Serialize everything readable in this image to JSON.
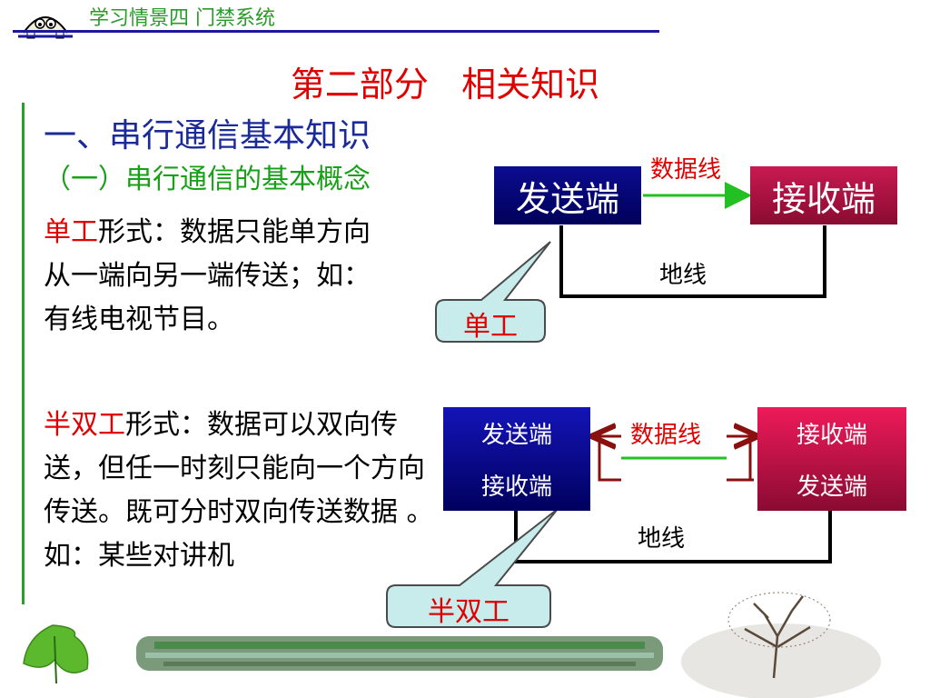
{
  "header": {
    "title": "学习情景四  门禁系统"
  },
  "section_title": "第二部分   相关知识",
  "heading_1": "一、串行通信基本知识",
  "heading_2": "（一）串行通信的基本概念",
  "simplex": {
    "term": "单工",
    "body": "形式：数据只能单方向从一端向另一端传送；如：有线电视节目。"
  },
  "half_duplex": {
    "term": "半双工",
    "body": "形式：数据可以双向传送，但任一时刻只能向一个方向传送。既可分时双向传送数据 。如：某些对讲机"
  },
  "diagram_simplex": {
    "sender": "发送端",
    "receiver": "接收端",
    "data_line": "数据线",
    "ground_line": "地线",
    "callout": "单工"
  },
  "diagram_half_duplex": {
    "left_top": "发送端",
    "left_bottom": "接收端",
    "right_top": "接收端",
    "right_bottom": "发送端",
    "data_line": "数据线",
    "ground_line": "地线",
    "callout": "半双工"
  },
  "colors": {
    "accent_red": "#e00000",
    "heading_blue": "#1a2a9a",
    "heading_green": "#18a018",
    "sender_box": "#0c0c90",
    "receiver_box": "#c81a52",
    "callout_fill": "#c8ecec",
    "data_line": "#22c022"
  }
}
